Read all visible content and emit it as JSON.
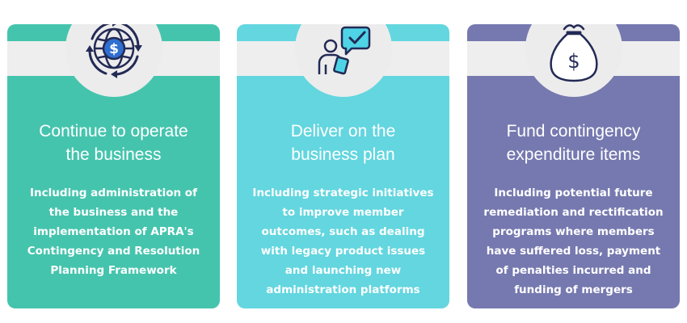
{
  "colors": {
    "card_green": "#45c4ad",
    "card_cyan": "#63d6df",
    "card_purple": "#7679af",
    "icon_navy": "#232a55",
    "icon_blue": "#2f6fd1",
    "icon_cyan": "#4fd3e6"
  },
  "cards": [
    {
      "icon": "globe-dollar-icon",
      "title": "Continue to operate\nthe business",
      "description": "Including administration of\nthe business and the\nimplementation of APRA's\nContingency and Resolution\nPlanning Framework"
    },
    {
      "icon": "person-checkmark-icon",
      "title": "Deliver on the\nbusiness plan",
      "description": "Including strategic initiatives\nto improve member\noutcomes, such as dealing\nwith legacy product issues\nand launching new\nadministration platforms"
    },
    {
      "icon": "money-bag-icon",
      "title": "Fund contingency\nexpenditure items",
      "description": "Including potential future\nremediation and rectification\nprograms where members\nhave suffered loss, payment\nof penalties incurred and\nfunding of mergers"
    }
  ]
}
